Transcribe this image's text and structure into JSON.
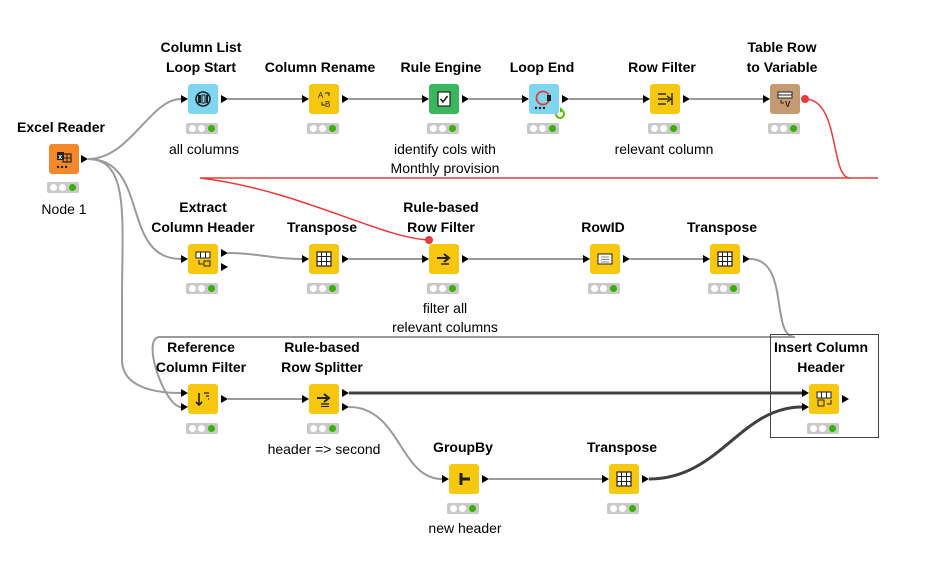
{
  "colors": {
    "learner_yellow": "#f8c710",
    "loop_blue": "#7ed6f0",
    "source_orange": "#f4882a",
    "rule_green": "#3cb55f",
    "variable_tan": "#c49a72",
    "flow_variable_red": "#e83a3a",
    "connection_gray": "#9a9a9a",
    "connection_dark": "#404040",
    "status_green": "#38b000"
  },
  "nodes": [
    {
      "id": "excel-reader",
      "title": "Excel Reader",
      "description": "Node 1",
      "icon": "excel-icon",
      "status": "executed"
    },
    {
      "id": "column-list-loop-start",
      "title": "Column List\nLoop Start",
      "description": "all columns",
      "icon": "loop-start-icon",
      "status": "executed"
    },
    {
      "id": "column-rename",
      "title": "Column Rename",
      "description": "",
      "icon": "rename-icon",
      "status": "executed"
    },
    {
      "id": "rule-engine",
      "title": "Rule Engine",
      "description": "identify cols with\nMonthly provision",
      "icon": "rule-engine-icon",
      "status": "executed"
    },
    {
      "id": "loop-end",
      "title": "Loop End",
      "description": "",
      "icon": "loop-end-icon",
      "status": "executed"
    },
    {
      "id": "row-filter",
      "title": "Row Filter",
      "description": "relevant column",
      "icon": "row-filter-icon",
      "status": "executed"
    },
    {
      "id": "table-row-to-variable",
      "title": "Table Row\nto Variable",
      "description": "",
      "icon": "table-to-variable-icon",
      "status": "executed"
    },
    {
      "id": "extract-column-header",
      "title": "Extract\nColumn Header",
      "description": "",
      "icon": "extract-header-icon",
      "status": "executed"
    },
    {
      "id": "transpose-1",
      "title": "Transpose",
      "description": "",
      "icon": "transpose-icon",
      "status": "executed"
    },
    {
      "id": "rule-based-row-filter",
      "title": "Rule-based\nRow Filter",
      "description": "filter all\nrelevant columns",
      "icon": "rule-filter-icon",
      "status": "executed"
    },
    {
      "id": "rowid",
      "title": "RowID",
      "description": "",
      "icon": "rowid-icon",
      "status": "executed"
    },
    {
      "id": "transpose-2",
      "title": "Transpose",
      "description": "",
      "icon": "transpose-icon",
      "status": "executed"
    },
    {
      "id": "reference-column-filter",
      "title": "Reference\nColumn Filter",
      "description": "",
      "icon": "reference-filter-icon",
      "status": "executed"
    },
    {
      "id": "rule-based-row-splitter",
      "title": "Rule-based\nRow Splitter",
      "description": "header => second",
      "icon": "row-splitter-icon",
      "status": "executed"
    },
    {
      "id": "insert-column-header",
      "title": "Insert Column\nHeader",
      "description": "",
      "icon": "insert-header-icon",
      "status": "executed"
    },
    {
      "id": "groupby",
      "title": "GroupBy",
      "description": "new header",
      "icon": "groupby-icon",
      "status": "executed"
    },
    {
      "id": "transpose-3",
      "title": "Transpose",
      "description": "",
      "icon": "transpose-icon",
      "status": "executed"
    }
  ],
  "edges": [
    {
      "from": "excel-reader",
      "to": "column-list-loop-start",
      "kind": "data"
    },
    {
      "from": "column-list-loop-start",
      "to": "column-rename",
      "kind": "data"
    },
    {
      "from": "column-rename",
      "to": "rule-engine",
      "kind": "data"
    },
    {
      "from": "rule-engine",
      "to": "loop-end",
      "kind": "data"
    },
    {
      "from": "loop-end",
      "to": "row-filter",
      "kind": "data"
    },
    {
      "from": "row-filter",
      "to": "table-row-to-variable",
      "kind": "data"
    },
    {
      "from": "table-row-to-variable",
      "to": "rule-based-row-filter",
      "kind": "variable"
    },
    {
      "from": "excel-reader",
      "to": "extract-column-header",
      "kind": "data"
    },
    {
      "from": "extract-column-header",
      "to": "transpose-1",
      "kind": "data"
    },
    {
      "from": "transpose-1",
      "to": "rule-based-row-filter",
      "kind": "data"
    },
    {
      "from": "rule-based-row-filter",
      "to": "rowid",
      "kind": "data"
    },
    {
      "from": "rowid",
      "to": "transpose-2",
      "kind": "data"
    },
    {
      "from": "transpose-2",
      "to": "reference-column-filter",
      "kind": "data"
    },
    {
      "from": "excel-reader",
      "to": "reference-column-filter",
      "kind": "data"
    },
    {
      "from": "reference-column-filter",
      "to": "rule-based-row-splitter",
      "kind": "data"
    },
    {
      "from": "rule-based-row-splitter",
      "to": "insert-column-header",
      "kind": "data"
    },
    {
      "from": "rule-based-row-splitter",
      "to": "groupby",
      "kind": "data"
    },
    {
      "from": "groupby",
      "to": "transpose-3",
      "kind": "data"
    },
    {
      "from": "transpose-3",
      "to": "insert-column-header",
      "kind": "data"
    }
  ]
}
